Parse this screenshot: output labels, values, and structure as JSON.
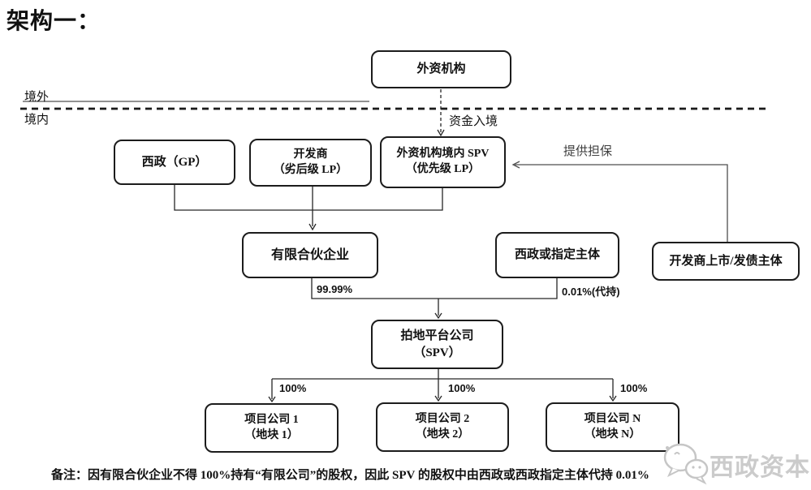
{
  "title": "架构一：",
  "boundary": {
    "outside": "境外",
    "inside": "境内"
  },
  "nodes": {
    "foreign": "外资机构",
    "xizheng_gp": "西政（GP）",
    "developer_l1": "开发商",
    "developer_l2": "（劣后级 LP）",
    "spv_l1": "外资机构境内 SPV",
    "spv_l2": "（优先级 LP）",
    "partnership": "有限合伙企业",
    "nominee": "西政或指定主体",
    "listed_entity": "开发商上市/发债主体",
    "platform_l1": "拍地平台公司",
    "platform_l2": "（SPV）",
    "proj1_l1": "项目公司 1",
    "proj1_l2": "（地块 1）",
    "proj2_l1": "项目公司 2",
    "proj2_l2": "（地块 2）",
    "projN_l1": "项目公司 N",
    "projN_l2": "（地块 N）"
  },
  "edge_labels": {
    "funds_inbound": "资金入境",
    "guarantee": "提供担保",
    "lp_share": "99.99%",
    "nominee_share": "0.01%(代持)",
    "proj1_share": "100%",
    "proj2_share": "100%",
    "projN_share": "100%"
  },
  "note": "备注：因有限合伙企业不得 100%持有“有限公司”的股权，因此 SPV 的股权中由西政或西政指定主体代持 0.01%",
  "watermark": "西政资本",
  "colors": {
    "line": "#262626",
    "gray_line": "#4f4f4f",
    "watermark": "#c6c6c6"
  }
}
